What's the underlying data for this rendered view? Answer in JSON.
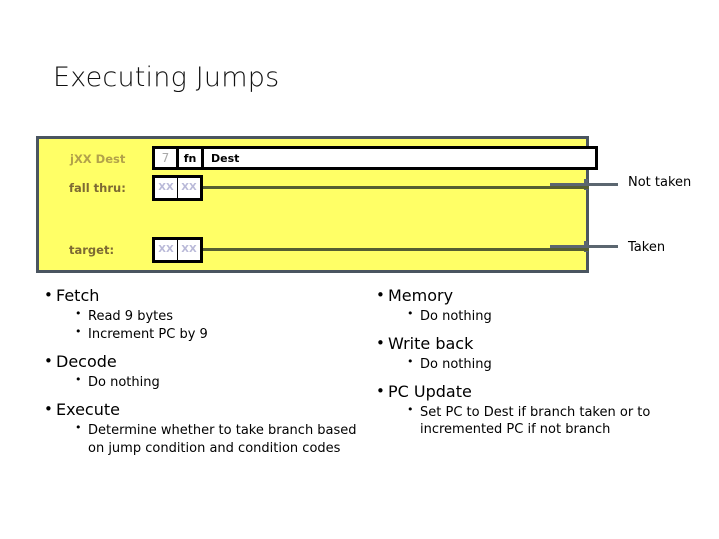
{
  "slide": {
    "title": "Executing Jumps"
  },
  "diagram": {
    "instruction_label": "jXX Dest",
    "fields": [
      {
        "name": "icode",
        "text": "7"
      },
      {
        "name": "fn",
        "text": "fn"
      },
      {
        "name": "dest",
        "text": "Dest"
      }
    ],
    "rows": [
      {
        "name": "fall-thru",
        "label": "fall thru:",
        "bytes": [
          "XX",
          "XX"
        ],
        "caption": "Not taken"
      },
      {
        "name": "target",
        "label": "target:",
        "bytes": [
          "XX",
          "XX"
        ],
        "caption": "Taken"
      }
    ],
    "colors": {
      "panel_fill": "#ffff66",
      "panel_border": "#4a5560",
      "inner_connector": "#565f32",
      "outer_connector": "#5b6670",
      "byte_text": "#b9b9d8",
      "instruction_label": "#b2a24a",
      "row_label": "#7d6a33"
    }
  },
  "stages": {
    "left": [
      {
        "name": "fetch",
        "title": "Fetch",
        "items": [
          "Read 9 bytes",
          "Increment PC by 9"
        ]
      },
      {
        "name": "decode",
        "title": "Decode",
        "items": [
          "Do nothing"
        ]
      },
      {
        "name": "execute",
        "title": "Execute",
        "items": [
          "Determine whether to take branch based on jump condition and condition codes"
        ]
      }
    ],
    "right": [
      {
        "name": "memory",
        "title": "Memory",
        "items": [
          "Do nothing"
        ]
      },
      {
        "name": "write-back",
        "title": "Write back",
        "items": [
          "Do nothing"
        ]
      },
      {
        "name": "pc-update",
        "title": "PC Update",
        "items": [
          "Set PC to Dest if branch taken or to incremented PC if not branch"
        ]
      }
    ]
  }
}
